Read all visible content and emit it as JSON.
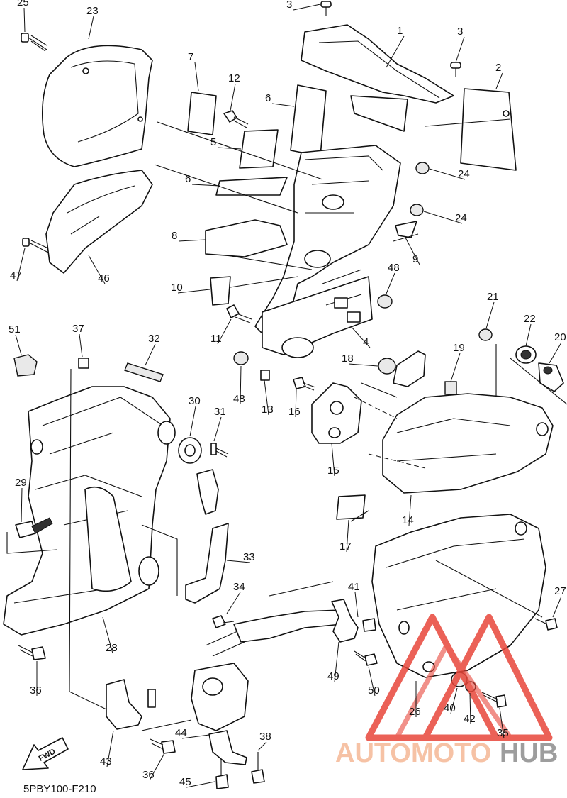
{
  "diagram": {
    "diagram_code": "5PBY100-F210",
    "fwd_label": "FWD",
    "watermark": {
      "brand_part1": "AUTOMOTO",
      "brand_part2": "HUB",
      "logo_color": "#e8463a",
      "text_color_part1": "#f5b896",
      "text_color_part2": "#8c8c8c"
    },
    "callouts": [
      {
        "id": "c1",
        "label": "1"
      },
      {
        "id": "c2",
        "label": "2"
      },
      {
        "id": "c3a",
        "label": "3"
      },
      {
        "id": "c3b",
        "label": "3"
      },
      {
        "id": "c4",
        "label": "4"
      },
      {
        "id": "c5",
        "label": "5"
      },
      {
        "id": "c6a",
        "label": "6"
      },
      {
        "id": "c6b",
        "label": "6"
      },
      {
        "id": "c7",
        "label": "7"
      },
      {
        "id": "c8",
        "label": "8"
      },
      {
        "id": "c9",
        "label": "9"
      },
      {
        "id": "c10",
        "label": "10"
      },
      {
        "id": "c11",
        "label": "11"
      },
      {
        "id": "c12",
        "label": "12"
      },
      {
        "id": "c13",
        "label": "13"
      },
      {
        "id": "c14",
        "label": "14"
      },
      {
        "id": "c15",
        "label": "15"
      },
      {
        "id": "c16",
        "label": "16"
      },
      {
        "id": "c17",
        "label": "17"
      },
      {
        "id": "c18",
        "label": "18"
      },
      {
        "id": "c19",
        "label": "19"
      },
      {
        "id": "c20",
        "label": "20"
      },
      {
        "id": "c21",
        "label": "21"
      },
      {
        "id": "c22",
        "label": "22"
      },
      {
        "id": "c23",
        "label": "23"
      },
      {
        "id": "c24a",
        "label": "24"
      },
      {
        "id": "c24b",
        "label": "24"
      },
      {
        "id": "c25",
        "label": "25"
      },
      {
        "id": "c26",
        "label": "26"
      },
      {
        "id": "c27",
        "label": "27"
      },
      {
        "id": "c28",
        "label": "28"
      },
      {
        "id": "c29",
        "label": "29"
      },
      {
        "id": "c30",
        "label": "30"
      },
      {
        "id": "c31",
        "label": "31"
      },
      {
        "id": "c32",
        "label": "32"
      },
      {
        "id": "c33",
        "label": "33"
      },
      {
        "id": "c34",
        "label": "34"
      },
      {
        "id": "c35",
        "label": "35"
      },
      {
        "id": "c36a",
        "label": "36"
      },
      {
        "id": "c36b",
        "label": "36"
      },
      {
        "id": "c37",
        "label": "37"
      },
      {
        "id": "c38",
        "label": "38"
      },
      {
        "id": "c40",
        "label": "40"
      },
      {
        "id": "c41",
        "label": "41"
      },
      {
        "id": "c42",
        "label": "42"
      },
      {
        "id": "c43",
        "label": "43"
      },
      {
        "id": "c44",
        "label": "44"
      },
      {
        "id": "c45",
        "label": "45"
      },
      {
        "id": "c46",
        "label": "46"
      },
      {
        "id": "c47",
        "label": "47"
      },
      {
        "id": "c48a",
        "label": "48"
      },
      {
        "id": "c48b",
        "label": "48"
      },
      {
        "id": "c49",
        "label": "49"
      },
      {
        "id": "c50",
        "label": "50"
      },
      {
        "id": "c51",
        "label": "51"
      }
    ]
  }
}
